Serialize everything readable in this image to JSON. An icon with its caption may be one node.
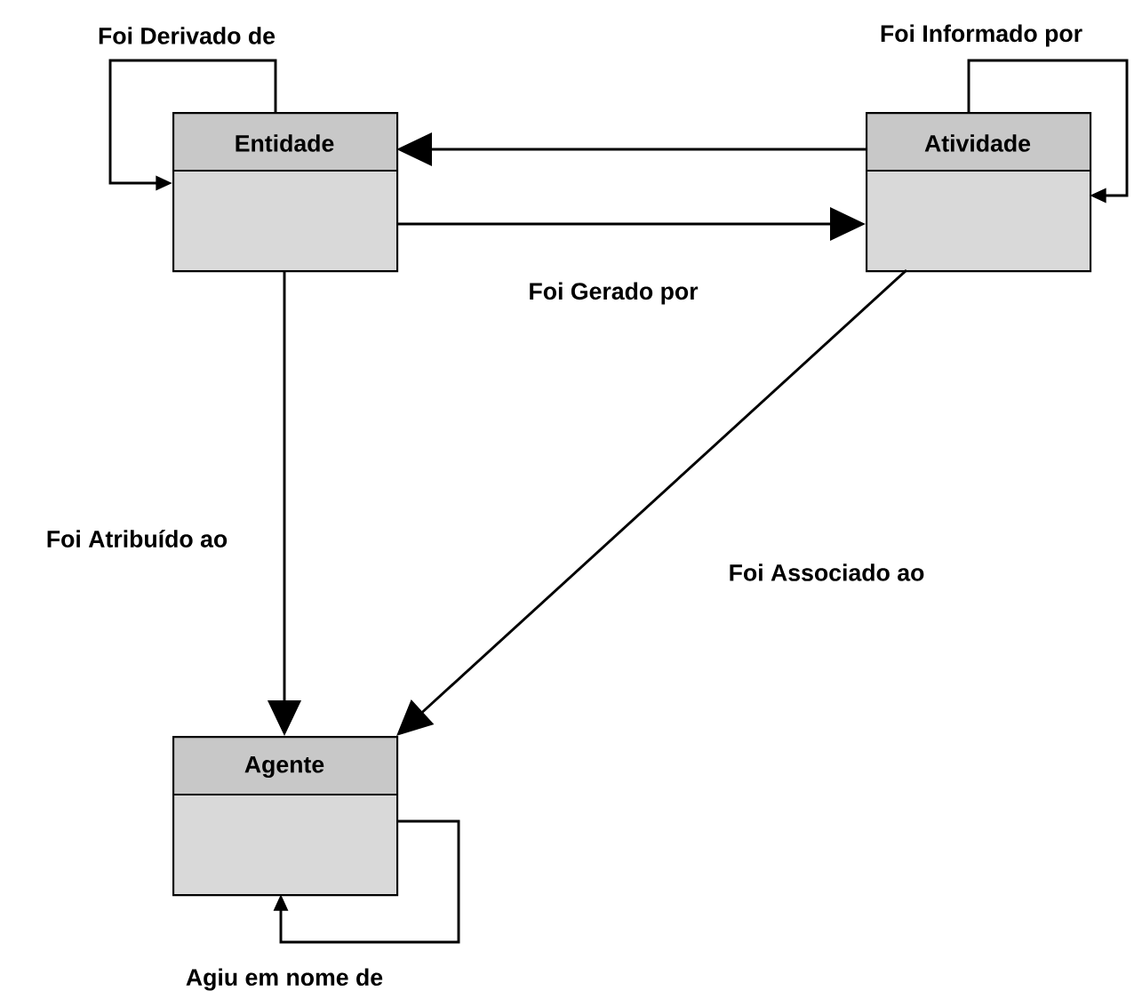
{
  "diagram": {
    "nodes": [
      {
        "text": [
          "Entidade"
        ]
      },
      {
        "text": [
          "Atividade"
        ]
      },
      {
        "text": [
          "Agente"
        ]
      }
    ],
    "edges": [
      {
        "from": 1,
        "to": 0,
        "arrow": "to"
      },
      {
        "from": 0,
        "to": 1,
        "arrow": "to",
        "label": "Foi Gerado por"
      },
      {
        "from": 0,
        "to": 0,
        "arrow": "to",
        "label": "Foi Derivado de"
      },
      {
        "from": 1,
        "to": 1,
        "arrow": "to",
        "label": "Foi Informado por"
      },
      {
        "from": 0,
        "to": 2,
        "arrow": "to",
        "label": "Foi Atribuído ao"
      },
      {
        "from": 1,
        "to": 2,
        "arrow": "to",
        "label": "Foi Associado ao"
      },
      {
        "from": 2,
        "to": 2,
        "arrow": "to",
        "label": "Agiu em nome de"
      }
    ]
  }
}
